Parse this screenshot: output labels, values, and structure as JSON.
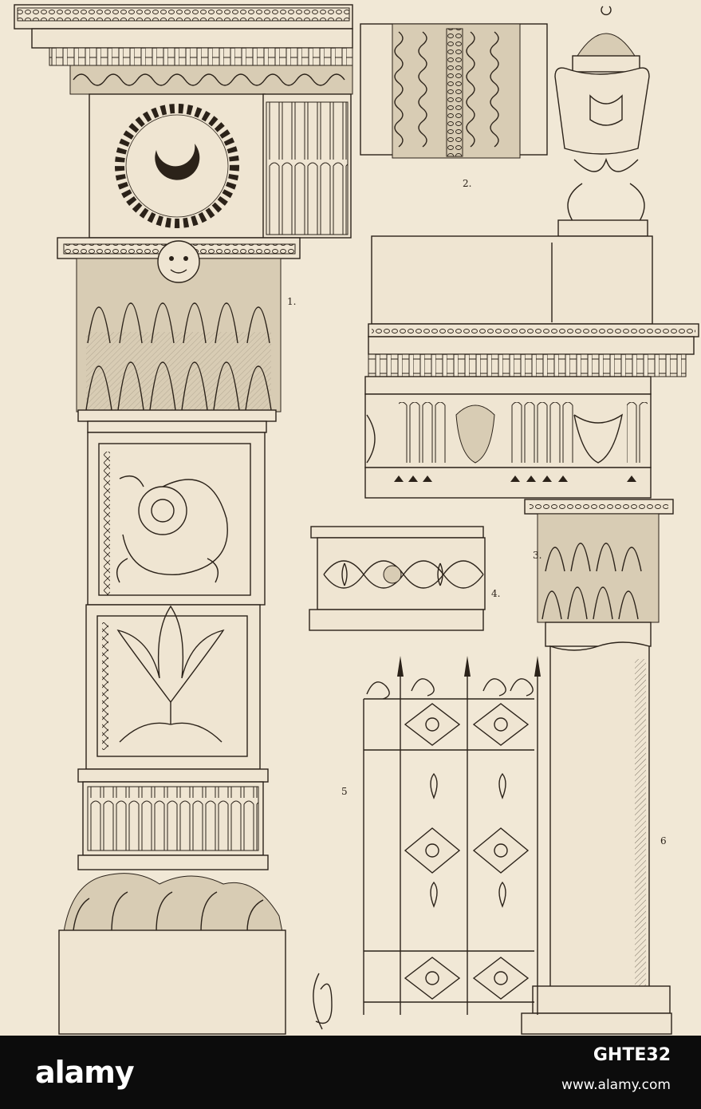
{
  "figure_labels": {
    "f1": "1.",
    "f2": "2.",
    "f3": "3.",
    "f4": "4.",
    "f5": "5",
    "f6": "6"
  },
  "watermark": {
    "logo_text": "alamy",
    "image_id": "GHTE32",
    "url": "www.alamy.com"
  },
  "colors": {
    "paper": "#f1e8d6",
    "ink": "#2b2219",
    "banner": "#0c0c0c"
  }
}
